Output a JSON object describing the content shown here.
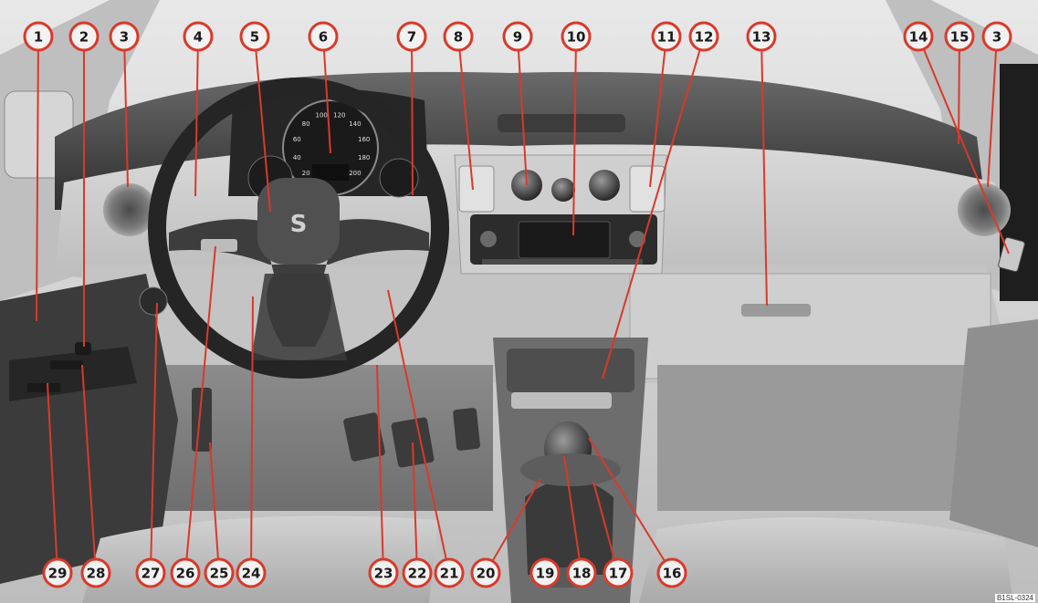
{
  "colors": {
    "callout_ring": "#d83a2a",
    "callout_fill": "#f2f2f2",
    "leader_line": "#d83a2a",
    "interior_light": "#c9c9c9",
    "interior_dark": "#5a5a5a"
  },
  "top_callouts": [
    "1",
    "2",
    "3",
    "4",
    "5",
    "6",
    "7",
    "8",
    "9",
    "10",
    "11",
    "12",
    "13",
    "14",
    "15",
    "3"
  ],
  "bottom_callouts": [
    "29",
    "28",
    "27",
    "26",
    "25",
    "24",
    "23",
    "22",
    "21",
    "20",
    "19",
    "18",
    "17",
    "16"
  ],
  "dashboard": {
    "brand_badge": "S"
  },
  "speedometer": {
    "marks": [
      "20",
      "40",
      "60",
      "80",
      "100",
      "120",
      "140",
      "160",
      "180",
      "200"
    ]
  },
  "figure_code": "B1SL-0324"
}
